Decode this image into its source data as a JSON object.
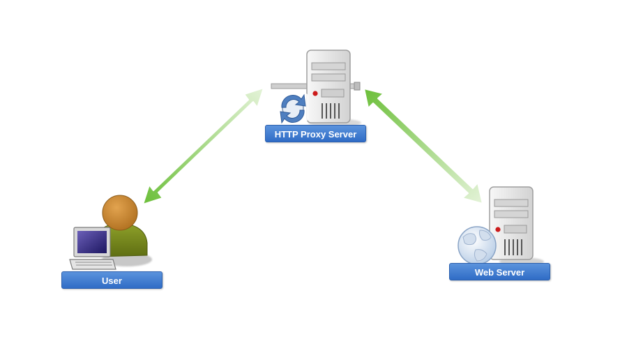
{
  "nodes": {
    "proxy": {
      "label": "HTTP Proxy Server"
    },
    "user": {
      "label": "User"
    },
    "web": {
      "label": "Web Server"
    }
  },
  "colors": {
    "arrow_solid": "#6cbf3a",
    "arrow_fade": "#e4f3d8",
    "label_top": "#5b93dd",
    "label_bottom": "#2f6cc6",
    "user_head": "#c98a3a",
    "user_body": "#7c8d1e",
    "server_body": "#e6e6e6"
  },
  "icons": {
    "proxy": [
      "server-icon",
      "refresh-icon",
      "network-cable-icon"
    ],
    "user": [
      "person-icon",
      "laptop-icon"
    ],
    "web": [
      "server-icon",
      "globe-icon"
    ],
    "connections": [
      "double-arrow-icon",
      "double-arrow-icon"
    ]
  }
}
